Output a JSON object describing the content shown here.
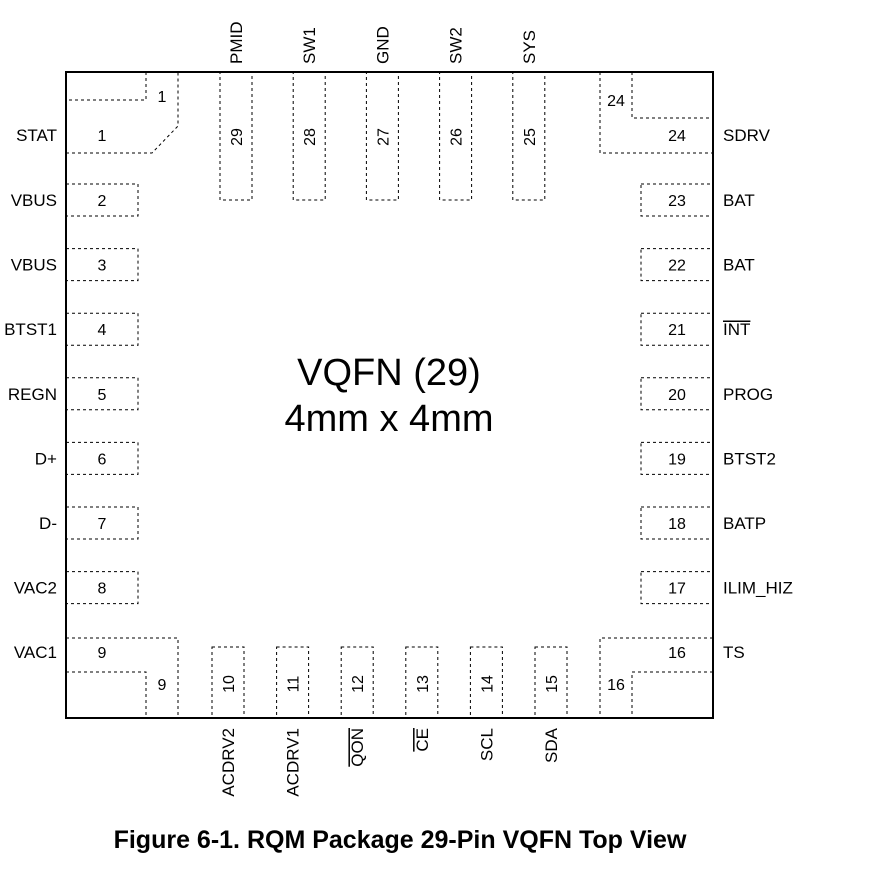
{
  "package": {
    "name": "VQFN (29)",
    "size": "4mm x 4mm"
  },
  "caption": "Figure 6-1. RQM Package 29-Pin VQFN Top View",
  "pins": {
    "left": [
      {
        "num": "1",
        "label": "STAT"
      },
      {
        "num": "2",
        "label": "VBUS"
      },
      {
        "num": "3",
        "label": "VBUS"
      },
      {
        "num": "4",
        "label": "BTST1"
      },
      {
        "num": "5",
        "label": "REGN"
      },
      {
        "num": "6",
        "label": "D+"
      },
      {
        "num": "7",
        "label": "D-"
      },
      {
        "num": "8",
        "label": "VAC2"
      },
      {
        "num": "9",
        "label": "VAC1"
      }
    ],
    "right": [
      {
        "num": "24",
        "label": "SDRV"
      },
      {
        "num": "23",
        "label": "BAT"
      },
      {
        "num": "22",
        "label": "BAT"
      },
      {
        "num": "21",
        "label": "INT",
        "overbar": true
      },
      {
        "num": "20",
        "label": "PROG"
      },
      {
        "num": "19",
        "label": "BTST2"
      },
      {
        "num": "18",
        "label": "BATP"
      },
      {
        "num": "17",
        "label": "ILIM_HIZ"
      },
      {
        "num": "16",
        "label": "TS"
      }
    ],
    "top": [
      {
        "num": "29",
        "label": "PMID"
      },
      {
        "num": "28",
        "label": "SW1"
      },
      {
        "num": "27",
        "label": "GND"
      },
      {
        "num": "26",
        "label": "SW2"
      },
      {
        "num": "25",
        "label": "SYS"
      }
    ],
    "bottom": [
      {
        "num": "10",
        "label": "ACDRV2"
      },
      {
        "num": "11",
        "label": "ACDRV1"
      },
      {
        "num": "12",
        "label": "QON",
        "overbar": true
      },
      {
        "num": "13",
        "label": "CE",
        "overbar": true
      },
      {
        "num": "14",
        "label": "SCL"
      },
      {
        "num": "15",
        "label": "SDA"
      }
    ],
    "corner_nums": {
      "top_left": "1",
      "top_right": "24",
      "bottom_left": "9",
      "bottom_right": "16"
    }
  }
}
